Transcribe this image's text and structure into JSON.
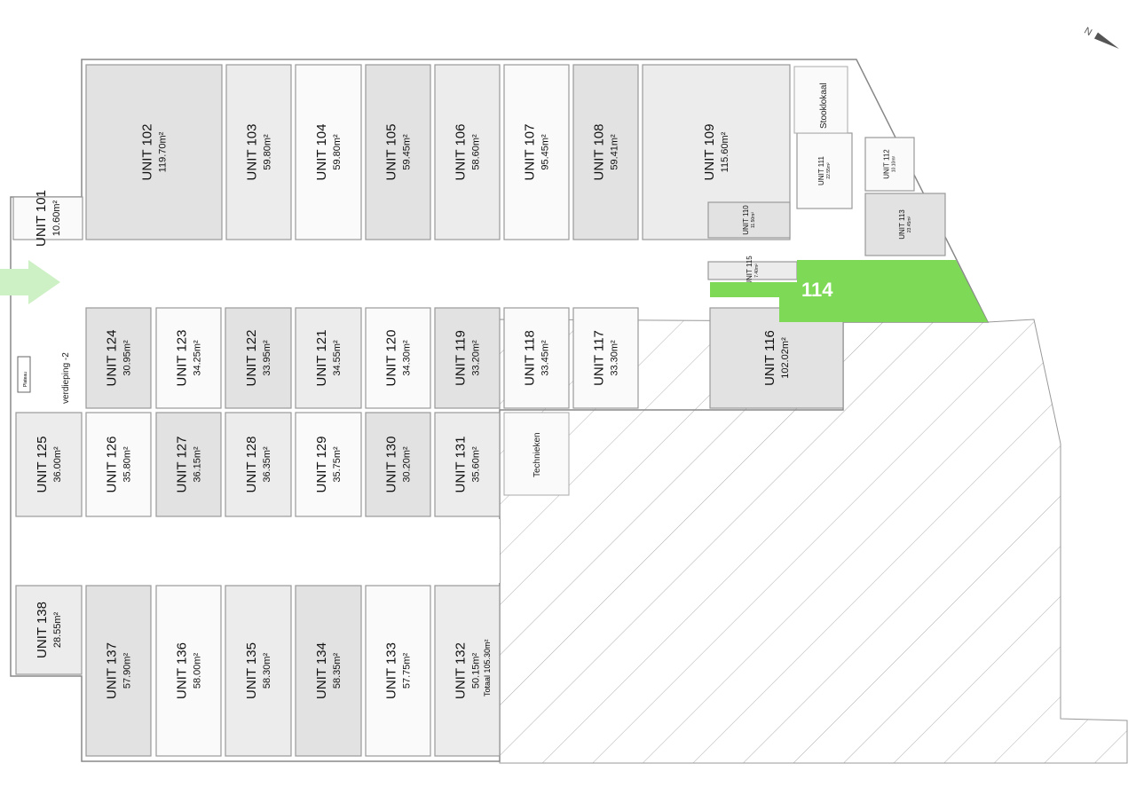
{
  "plan": {
    "units": [
      {
        "id": "101",
        "name": "UNIT 101",
        "area": "10.60m²"
      },
      {
        "id": "102",
        "name": "UNIT 102",
        "area": "119.70m²"
      },
      {
        "id": "103",
        "name": "UNIT 103",
        "area": "59.80m²"
      },
      {
        "id": "104",
        "name": "UNIT 104",
        "area": "59.80m²"
      },
      {
        "id": "105",
        "name": "UNIT 105",
        "area": "59.45m²"
      },
      {
        "id": "106",
        "name": "UNIT 106",
        "area": "58.60m²"
      },
      {
        "id": "107",
        "name": "UNIT 107",
        "area": "95.45m²"
      },
      {
        "id": "108",
        "name": "UNIT 108",
        "area": "59.41m²"
      },
      {
        "id": "109",
        "name": "UNIT 109",
        "area": "115.60m²"
      },
      {
        "id": "110",
        "name": "UNIT 110",
        "area": "11.50m²"
      },
      {
        "id": "111",
        "name": "UNIT 111",
        "area": "22.55m²"
      },
      {
        "id": "112",
        "name": "UNIT 112",
        "area": "10.10m²"
      },
      {
        "id": "113",
        "name": "UNIT 113",
        "area": "23.45m²"
      },
      {
        "id": "115",
        "name": "UNIT 115",
        "area": "7.40m²"
      },
      {
        "id": "116",
        "name": "UNIT 116",
        "area": "102.02m²"
      },
      {
        "id": "117",
        "name": "UNIT 117",
        "area": "33.30m²"
      },
      {
        "id": "118",
        "name": "UNIT 118",
        "area": "33.45m²"
      },
      {
        "id": "119",
        "name": "UNIT 119",
        "area": "33.20m²"
      },
      {
        "id": "120",
        "name": "UNIT 120",
        "area": "34.30m²"
      },
      {
        "id": "121",
        "name": "UNIT 121",
        "area": "34.55m²"
      },
      {
        "id": "122",
        "name": "UNIT 122",
        "area": "33.95m²"
      },
      {
        "id": "123",
        "name": "UNIT 123",
        "area": "34.25m²"
      },
      {
        "id": "124",
        "name": "UNIT 124",
        "area": "30.95m²"
      },
      {
        "id": "125",
        "name": "UNIT 125",
        "area": "36.00m²"
      },
      {
        "id": "126",
        "name": "UNIT 126",
        "area": "35.80m²"
      },
      {
        "id": "127",
        "name": "UNIT 127",
        "area": "36.15m²"
      },
      {
        "id": "128",
        "name": "UNIT 128",
        "area": "36.35m²"
      },
      {
        "id": "129",
        "name": "UNIT 129",
        "area": "35.75m²"
      },
      {
        "id": "130",
        "name": "UNIT 130",
        "area": "30.20m²"
      },
      {
        "id": "131",
        "name": "UNIT 131",
        "area": "35.60m²"
      },
      {
        "id": "132",
        "name": "UNIT 132",
        "area": "50.15m²"
      },
      {
        "id": "133",
        "name": "UNIT 133",
        "area": "57.75m²"
      },
      {
        "id": "134",
        "name": "UNIT 134",
        "area": "58.35m²"
      },
      {
        "id": "135",
        "name": "UNIT 135",
        "area": "58.30m²"
      },
      {
        "id": "136",
        "name": "UNIT 136",
        "area": "58.00m²"
      },
      {
        "id": "137",
        "name": "UNIT 137",
        "area": "57.90m²"
      },
      {
        "id": "138",
        "name": "UNIT 138",
        "area": "28.55m²"
      }
    ],
    "unit_132_total": "Totaal 105.30m²",
    "highlight": {
      "label": "114",
      "color": "#7ed957"
    },
    "rooms": {
      "stooklokaal": "Stooklokaal",
      "technieken": "Technieken",
      "plateau": "Plateau",
      "verdieping": "verdieping -2"
    },
    "entrance_color": "#cdf0c4"
  }
}
